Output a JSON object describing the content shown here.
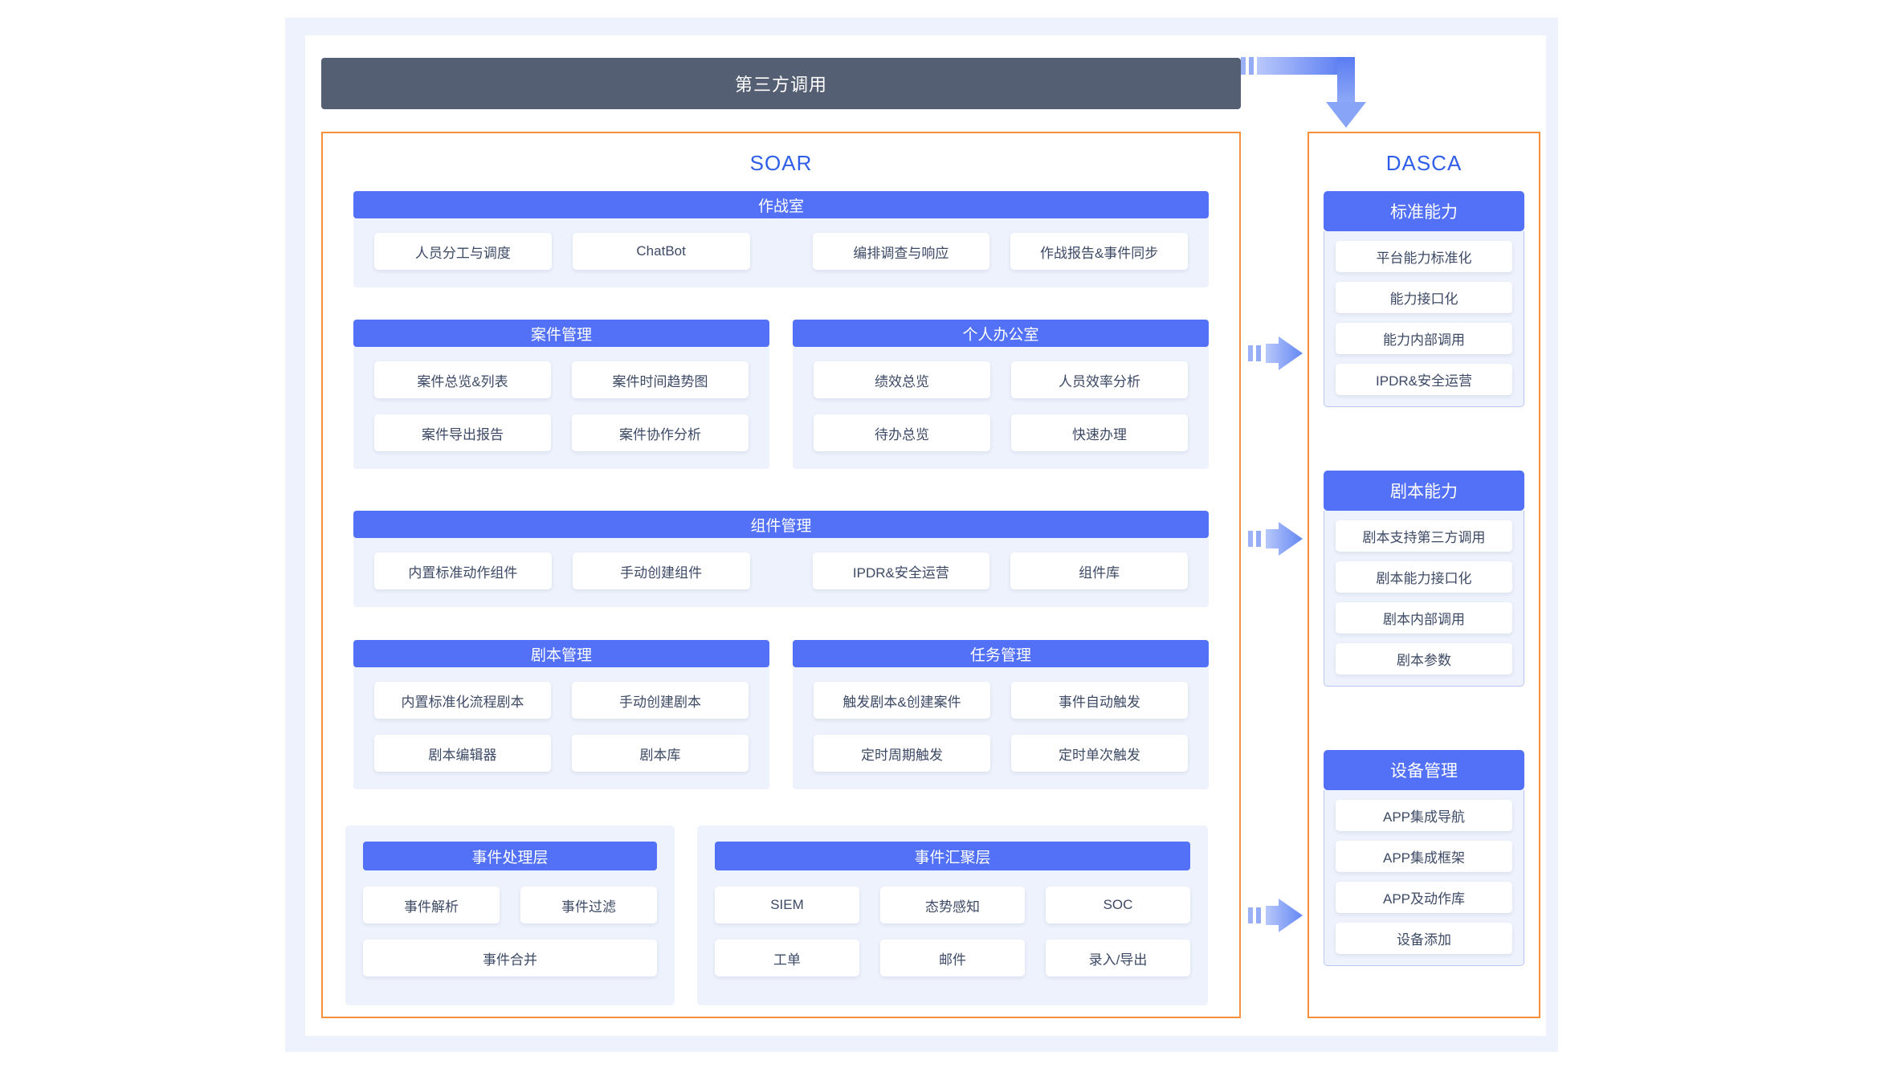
{
  "palette": {
    "page_bg": "#ffffff",
    "frame_bg": "#eef2fc",
    "header_bar": "#555f73",
    "brand_blue": "#2f5fe8",
    "block_blue": "#5271f6",
    "panel_blue": "#eef2fc",
    "outline_orange": "#f7903d",
    "card_text": "#3d4a66"
  },
  "top_bar": {
    "label": "第三方调用"
  },
  "soar": {
    "title": "SOAR",
    "groups": [
      {
        "id": "war-room",
        "title": "作战室",
        "rows": [
          [
            "人员分工与调度",
            "ChatBot",
            "编排调查与响应",
            "作战报告&事件同步"
          ]
        ]
      },
      {
        "id": "case-management",
        "title": "案件管理",
        "rows": [
          [
            "案件总览&列表",
            "案件时间趋势图"
          ],
          [
            "案件导出报告",
            "案件协作分析"
          ]
        ]
      },
      {
        "id": "personal-office",
        "title": "个人办公室",
        "rows": [
          [
            "绩效总览",
            "人员效率分析"
          ],
          [
            "待办总览",
            "快速办理"
          ]
        ]
      },
      {
        "id": "component-management",
        "title": "组件管理",
        "rows": [
          [
            "内置标准动作组件",
            "手动创建组件",
            "IPDR&安全运营",
            "组件库"
          ]
        ]
      },
      {
        "id": "playbook-management",
        "title": "剧本管理",
        "rows": [
          [
            "内置标准化流程剧本",
            "手动创建剧本"
          ],
          [
            "剧本编辑器",
            "剧本库"
          ]
        ]
      },
      {
        "id": "task-management",
        "title": "任务管理",
        "rows": [
          [
            "触发剧本&创建案件",
            "事件自动触发"
          ],
          [
            "定时周期触发",
            "定时单次触发"
          ]
        ]
      }
    ],
    "layers": [
      {
        "id": "event-processing-layer",
        "title": "事件处理层",
        "rows": [
          [
            "事件解析",
            "事件过滤"
          ],
          [
            "事件合并"
          ]
        ]
      },
      {
        "id": "event-aggregation-layer",
        "title": "事件汇聚层",
        "rows": [
          [
            "SIEM",
            "态势感知",
            "SOC"
          ],
          [
            "工单",
            "邮件",
            "录入/导出"
          ]
        ]
      }
    ]
  },
  "dasca": {
    "title": "DASCA",
    "panels": [
      {
        "id": "standard-capability",
        "title": "标准能力",
        "items": [
          "平台能力标准化",
          "能力接口化",
          "能力内部调用",
          "IPDR&安全运营"
        ]
      },
      {
        "id": "playbook-capability",
        "title": "剧本能力",
        "items": [
          "剧本支持第三方调用",
          "剧本能力接口化",
          "剧本内部调用",
          "剧本参数"
        ]
      },
      {
        "id": "device-management",
        "title": "设备管理",
        "items": [
          "APP集成导航",
          "APP集成框架",
          "APP及动作库",
          "设备添加"
        ]
      }
    ]
  },
  "connectors": {
    "elbow": {
      "name": "third-party-to-dasca-arrow"
    },
    "arrows": [
      {
        "name": "soar-to-standard-capability-arrow"
      },
      {
        "name": "soar-to-playbook-capability-arrow"
      },
      {
        "name": "soar-to-device-management-arrow"
      }
    ]
  }
}
